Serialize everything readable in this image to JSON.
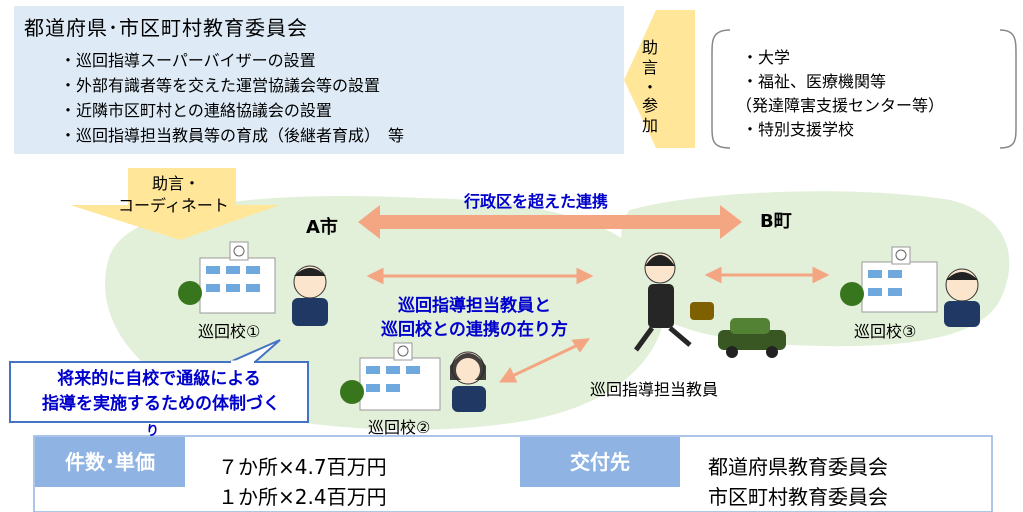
{
  "committee": {
    "title": "都道府県･市区町村教育委員会",
    "items": [
      "・巡回指導スーパーバイザーの設置",
      "・外部有識者等を交えた運営協議会等の設置",
      "・近隣市区町村との連絡協議会の設置",
      "・巡回指導担当教員等の育成（後継者育成）　等"
    ]
  },
  "advice_arrow": {
    "chars": [
      "助",
      "言",
      "・",
      "参",
      "加"
    ]
  },
  "partners": {
    "items": [
      "・大学",
      "・福祉、医療機関等",
      "（発達障害支援センター等）",
      "・特別支援学校"
    ]
  },
  "coordinate_arrow": {
    "line1": "助言・",
    "line2": "コーディネート"
  },
  "cities": {
    "a": "A市",
    "b": "B町"
  },
  "cross_region": "行政区を超えた連携",
  "center_text": {
    "line1": "巡回指導担当教員と",
    "line2": "巡回校との連携の在り方"
  },
  "schools": {
    "s1": "巡回校①",
    "s2": "巡回校②",
    "s3": "巡回校③"
  },
  "teacher_label": "巡回指導担当教員",
  "callout": {
    "line1": "将来的に自校で通級による",
    "line2": "指導を実施するための体制づく",
    "line3": "り"
  },
  "table": {
    "head1": "件数･単価",
    "value1": [
      "７か所×4.7百万円",
      "１か所×2.4百万円"
    ],
    "head2": "交付先",
    "value2": [
      "都道府県教育委員会",
      "市区町村教育委員会"
    ]
  },
  "colors": {
    "committee_bg": "#deebf7",
    "arrow_yellow": "#ffe699",
    "region_green": "#e2f0d9",
    "link_orange": "#f4a582",
    "table_head": "#8fb4e3",
    "text_blue": "#0000cc"
  }
}
